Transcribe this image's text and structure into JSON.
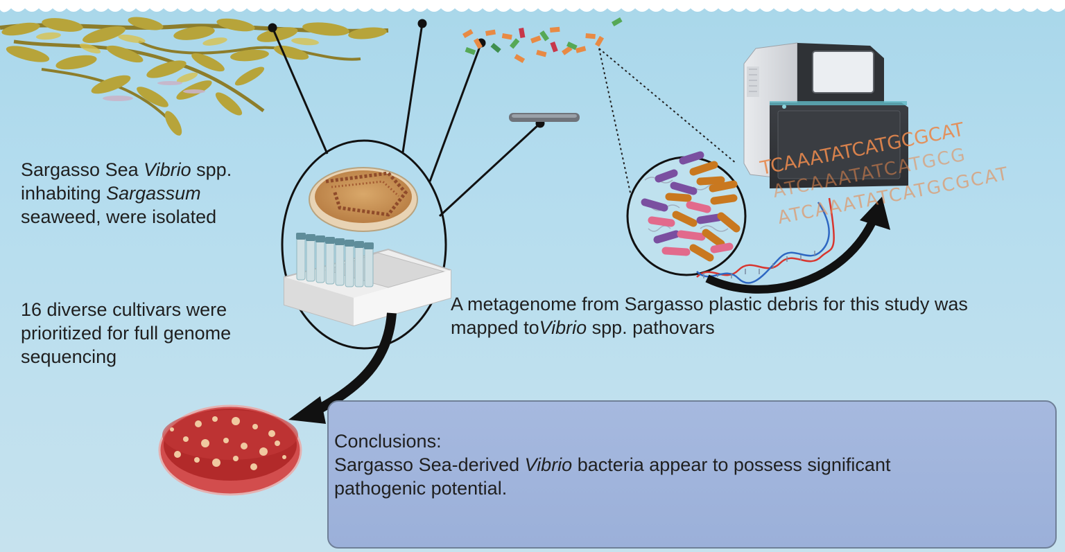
{
  "isolation_text": {
    "line1_a": "Sargasso Sea ",
    "line1_i": "Vibrio",
    "line1_b": " spp.",
    "line2_a": "inhabiting ",
    "line2_i": "Sargassum",
    "line3": "seaweed, were isolated"
  },
  "cultivar_text": {
    "line1": "16 diverse cultivars were",
    "line2": "prioritized for full genome",
    "line3": "sequencing"
  },
  "metagenome_text": {
    "line1": "A metagenome from Sargasso plastic debris for this study was",
    "line2_a": "mapped to",
    "line2_i": "Vibrio",
    "line2_b": " spp. pathovars"
  },
  "conclusion": {
    "heading": "Conclusions:",
    "line1_a": "Sargasso Sea-derived ",
    "line1_i": "Vibrio",
    "line1_b": " bacteria appear to possess significant",
    "line2": "pathogenic potential."
  },
  "dna_sequences": {
    "seq1": "TCAAATATCATGCGCAT",
    "seq2": "ATCAAATATCATGCG",
    "seq3": "ATCAAATATCATGCGCAT"
  },
  "colors": {
    "water": "#b3dcee",
    "seaweed": "#b4a23a",
    "conclusion_box": "#9fb3db",
    "dna_text": "#e8894e",
    "agar_plate_red": "#b22a2a",
    "bacteria_purple": "#7a4fa0",
    "bacteria_orange": "#c9781f",
    "bacteria_pink": "#e26a8c"
  }
}
